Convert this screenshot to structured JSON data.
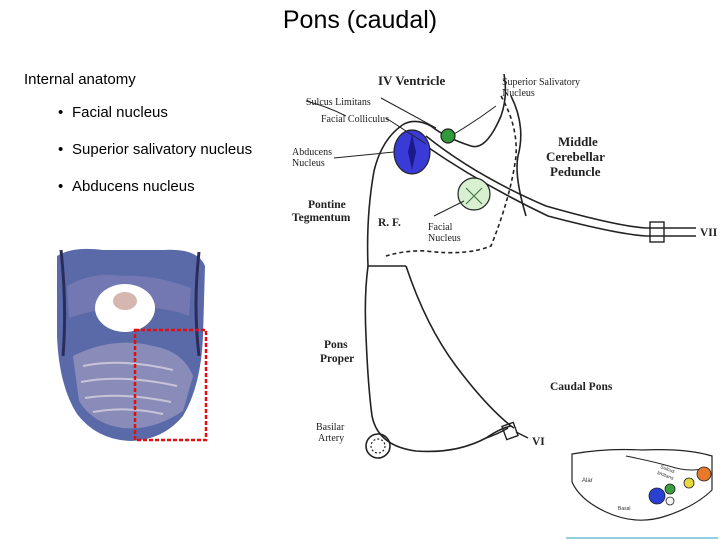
{
  "slide": {
    "title": "Pons (caudal)",
    "heading": "Internal anatomy",
    "bullets": [
      "Facial nucleus",
      "Superior salivatory nucleus",
      "Abducens nucleus"
    ]
  },
  "diagram": {
    "labels": {
      "iv_ventricle": "IV Ventricle",
      "superior_salivatory_1": "Superior Salivatory",
      "superior_salivatory_2": "Nucleus",
      "sulcus_limitans": "Sulcus Limitans",
      "facial_colliculus": "Facial Colliculus",
      "abducens_1": "Abducens",
      "abducens_2": "Nucleus",
      "middle_cp_1": "Middle",
      "middle_cp_2": "Cerebellar",
      "middle_cp_3": "Peduncle",
      "pontine_teg_1": "Pontine",
      "pontine_teg_2": "Tegmentum",
      "rf": "R. F.",
      "facial_nucleus_1": "Facial",
      "facial_nucleus_2": "Nucleus",
      "vii": "VII",
      "pons_proper_1": "Pons",
      "pons_proper_2": "Proper",
      "caudal_pons": "Caudal Pons",
      "basilar_1": "Basilar",
      "basilar_2": "Artery",
      "vi": "VI"
    },
    "colors": {
      "abducens": "#3a3ad6",
      "salivatory": "#2e9a3a",
      "facial": "#d8efd0",
      "highlight_box": "#e01010"
    }
  },
  "inset": {
    "labels": {
      "alar": "Alar",
      "basal": "Basal",
      "sulcus": "Sulcus",
      "limitans": "limitans"
    },
    "colors": {
      "orange": "#e8782a",
      "yellow": "#e8d840",
      "green": "#3aa040",
      "blue": "#2a40d0"
    }
  }
}
